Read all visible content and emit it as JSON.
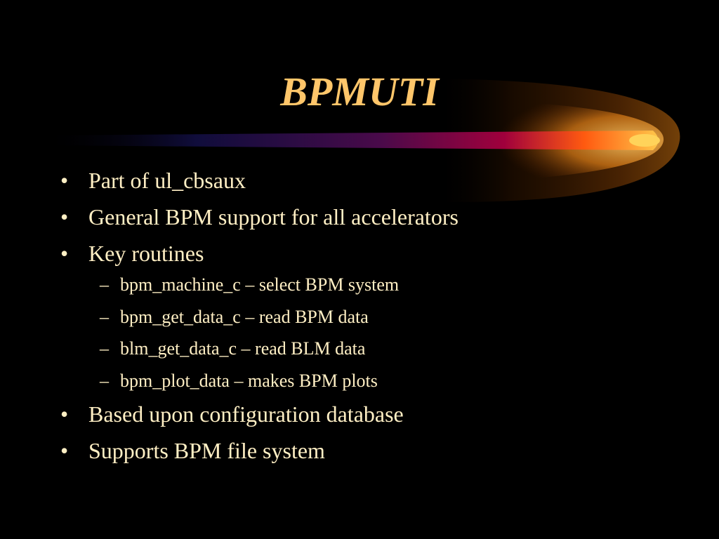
{
  "slide": {
    "title": "BPMUTI",
    "colors": {
      "background": "#000000",
      "title": "#ffc66a",
      "body_text": "#ffefc4",
      "comet_core": "#ffc030",
      "comet_trail": "#c0003a"
    },
    "bullets": [
      {
        "marker": "•",
        "text": "Part of ul_cbsaux"
      },
      {
        "marker": "•",
        "text": "General BPM support for all accelerators"
      },
      {
        "marker": "•",
        "text": "Key routines"
      }
    ],
    "sub_bullets": [
      {
        "marker": "–",
        "text": "bpm_machine_c – select BPM system"
      },
      {
        "marker": "–",
        "text": "bpm_get_data_c – read BPM data"
      },
      {
        "marker": "–",
        "text": "blm_get_data_c – read BLM data"
      },
      {
        "marker": "–",
        "text": "bpm_plot_data – makes BPM plots"
      }
    ],
    "bullets_after": [
      {
        "marker": "•",
        "text": "Based upon configuration database"
      },
      {
        "marker": "•",
        "text": "Supports BPM file system"
      }
    ]
  }
}
